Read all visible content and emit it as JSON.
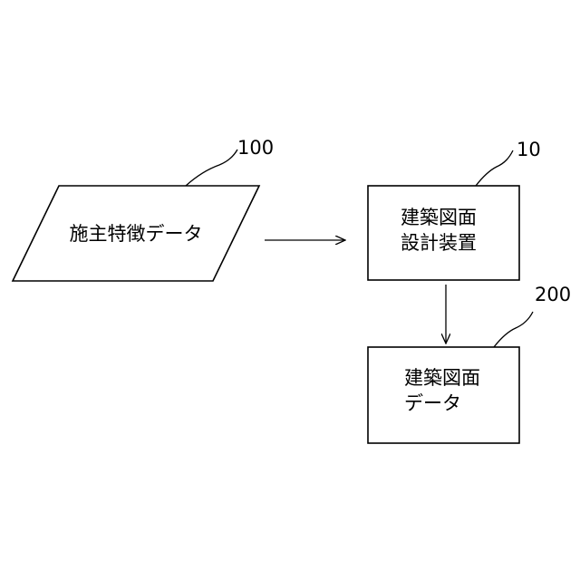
{
  "nodes": {
    "input_data": {
      "label": "施主特徴データ",
      "ref": "100"
    },
    "device": {
      "label_line1": "建築図面",
      "label_line2": "設計装置",
      "ref": "10"
    },
    "output_data": {
      "label_line1": "建築図面",
      "label_line2": "データ",
      "ref": "200"
    }
  },
  "edges": [
    {
      "from": "input_data",
      "to": "device"
    },
    {
      "from": "device",
      "to": "output_data"
    }
  ]
}
